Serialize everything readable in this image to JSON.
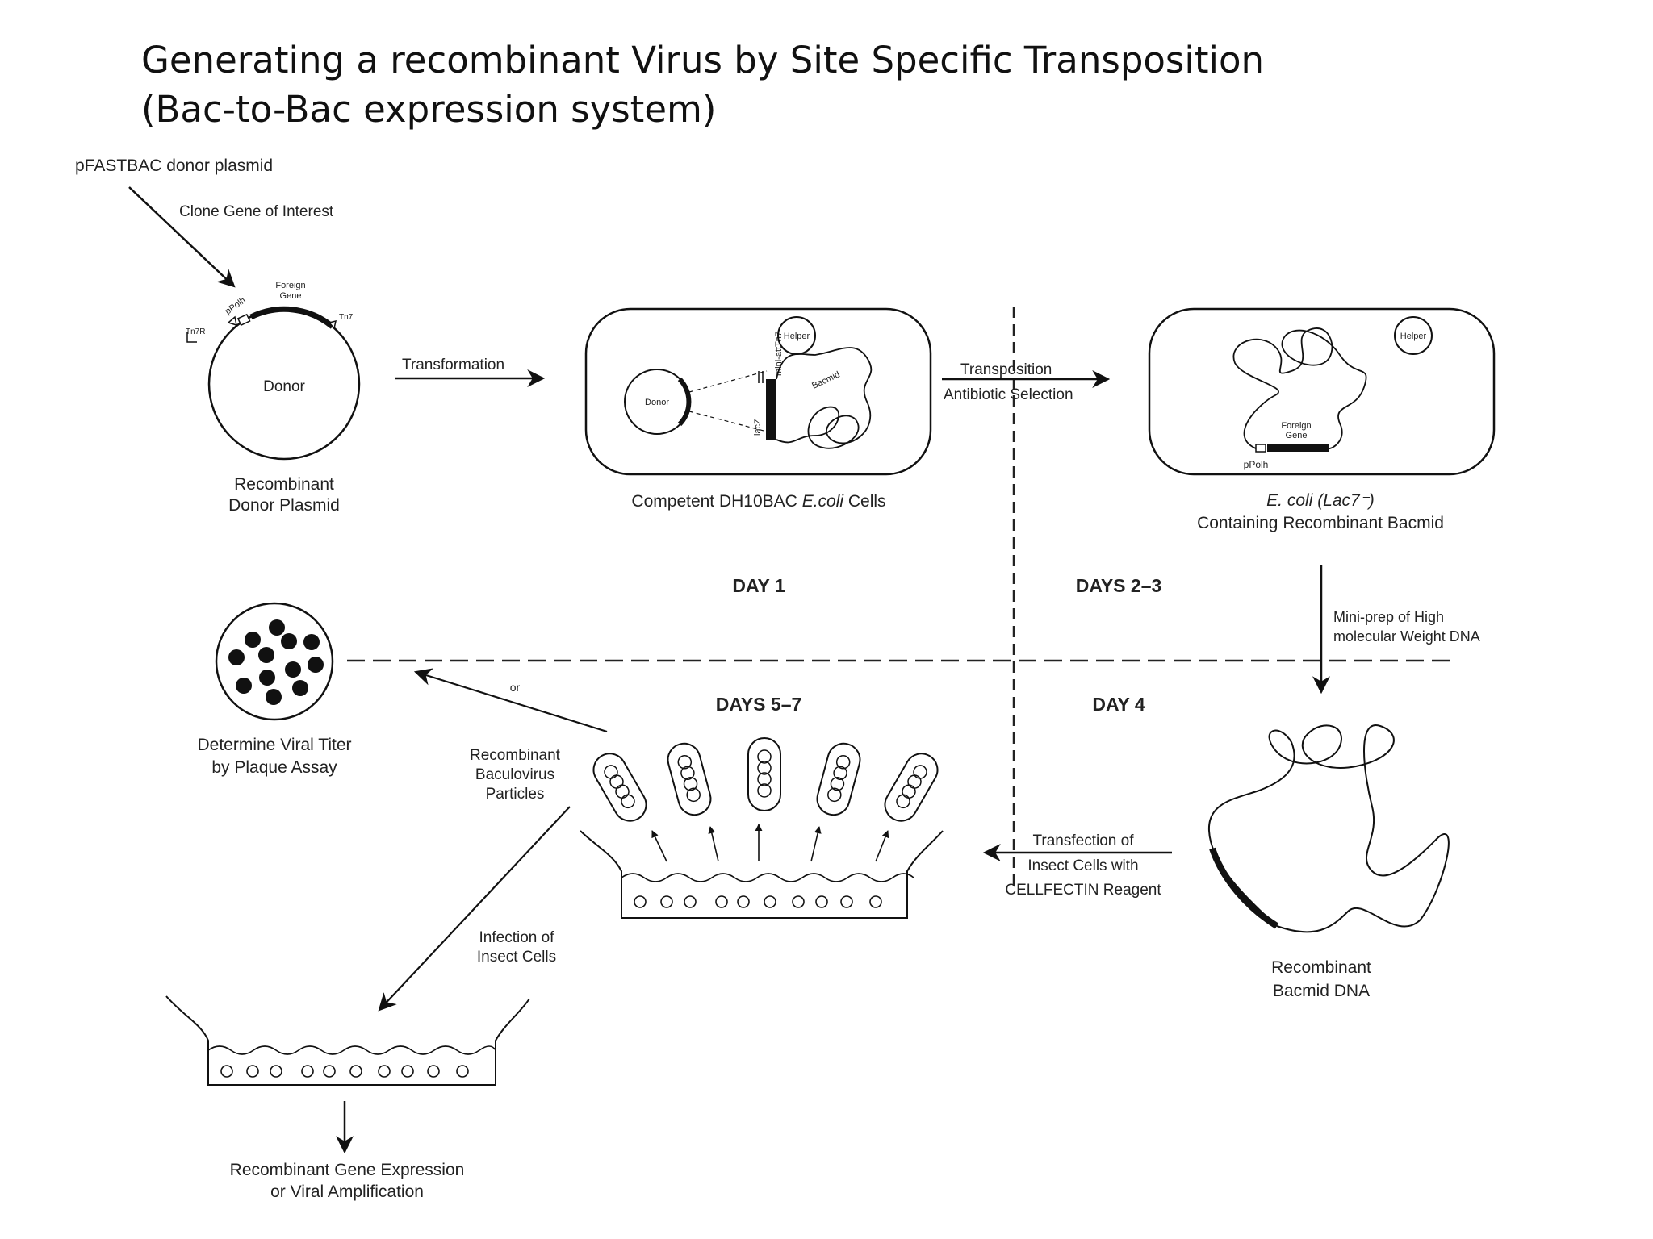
{
  "title": {
    "line1": "Generating a recombinant Virus by Site Specific Transposition",
    "line2": "(Bac-to-Bac expression system)"
  },
  "diagram": {
    "donor_plasmid_label": "pFASTBAC donor plasmid",
    "clone_gene": "Clone Gene of Interest",
    "foreign_gene_line1": "Foreign",
    "foreign_gene_line2": "Gene",
    "ppolh": "pPolh",
    "tn7r": "Tn7R",
    "tn7l": "Tn7L",
    "donor": "Donor",
    "recombinant_donor_line1": "Recombinant",
    "recombinant_donor_line2": "Donor Plasmid",
    "transformation": "Transformation",
    "helper": "Helper",
    "mini_att": "mini-attTn7",
    "lacz": "lacZ",
    "bacmid": "Bacmid",
    "competent_cells_prefix": "Competent DH10BAC ",
    "competent_cells_italic": "E.coli",
    "competent_cells_suffix": " Cells",
    "transposition": "Transposition",
    "antibiotic_selection": "Antibiotic Selection",
    "ecoli_line1": "E. coli (Lac7⁻)",
    "ecoli_line2": "Containing Recombinant Bacmid",
    "day1": "DAY 1",
    "days23": "DAYS 2–3",
    "miniprep_line1": "Mini-prep of High",
    "miniprep_line2": "molecular Weight DNA",
    "day4": "DAY 4",
    "days57": "DAYS 5–7",
    "or": "or",
    "viral_titer_line1": "Determine Viral Titer",
    "viral_titer_line2": "by Plaque Assay",
    "baculo_line1": "Recombinant",
    "baculo_line2": "Baculovirus",
    "baculo_line3": "Particles",
    "transfection_line1": "Transfection of",
    "transfection_line2": "Insect Cells with",
    "transfection_line3": "CELLFECTIN Reagent",
    "recombinant_bacmid_line1": "Recombinant",
    "recombinant_bacmid_line2": "Bacmid DNA",
    "infection_line1": "Infection of",
    "infection_line2": "Insect Cells",
    "expression_line1": "Recombinant Gene Expression",
    "expression_line2": "or Viral Amplification"
  }
}
